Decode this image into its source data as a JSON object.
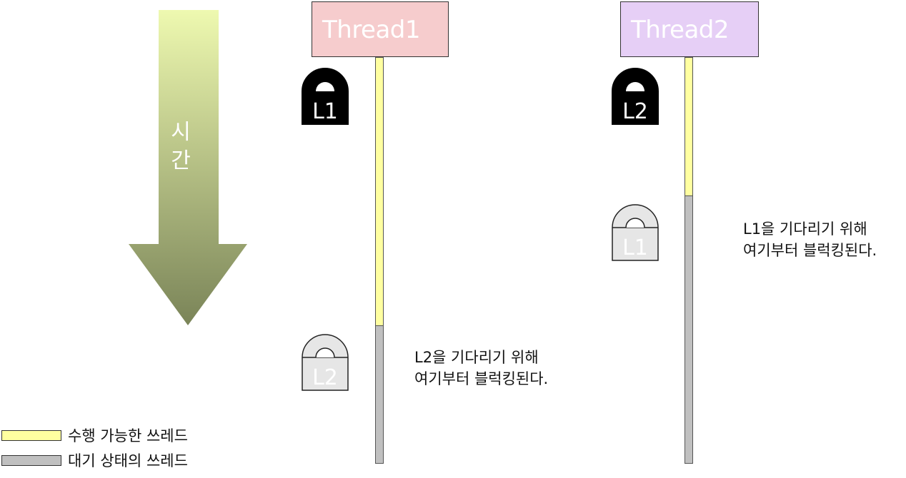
{
  "time_arrow": {
    "label_line1": "시",
    "label_line2": "간",
    "gradient_top": "#eef9b0",
    "gradient_bottom": "#7a8458"
  },
  "threads": [
    {
      "title": "Thread1",
      "box_color": "#f6cccd",
      "locks": [
        {
          "label": "L1",
          "state": "held"
        },
        {
          "label": "L2",
          "state": "waiting"
        }
      ],
      "note_line1": "L2을 기다리기 위해",
      "note_line2": "여기부터 블럭킹된다."
    },
    {
      "title": "Thread2",
      "box_color": "#e6cff6",
      "locks": [
        {
          "label": "L2",
          "state": "held"
        },
        {
          "label": "L1",
          "state": "waiting"
        }
      ],
      "note_line1": "L1을 기다리기 위해",
      "note_line2": "여기부터 블럭킹된다."
    }
  ],
  "legend": [
    {
      "label": "수행 가능한 쓰레드",
      "color": "#ffffa0"
    },
    {
      "label": "대기 상태의 쓰레드",
      "color": "#c0c0c0"
    }
  ],
  "colors": {
    "runnable": "#ffffa0",
    "waiting": "#c0c0c0",
    "lock_held": "#000000",
    "lock_waiting": "#e6e6e6"
  }
}
